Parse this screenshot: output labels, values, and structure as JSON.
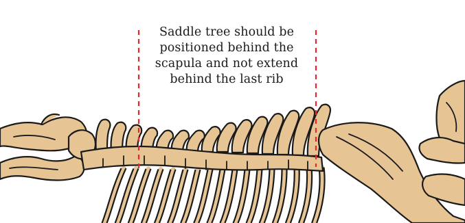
{
  "caption": {
    "lines": [
      "Saddle tree should be",
      "positioned behind the",
      "scapula and not extend",
      "behind the last rib"
    ]
  },
  "colors": {
    "bone": "#e7c494",
    "outline": "#1a1a1a",
    "marker": "#e8262c",
    "background": "#ffffff"
  }
}
